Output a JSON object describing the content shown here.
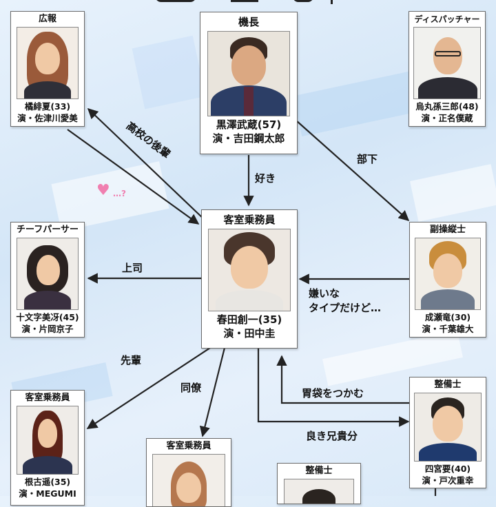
{
  "characters": [
    {
      "id": "kouhou",
      "role": "広報",
      "name": "橘緋夏(33)",
      "actor": "演・佐津川愛美"
    },
    {
      "id": "kichou",
      "role": "機長",
      "name": "黒澤武蔵(57)",
      "actor": "演・吉田鋼太郎"
    },
    {
      "id": "dispatcher",
      "role": "ディスパッチャー",
      "name": "烏丸孫三郎(48)",
      "actor": "演・正名僕蔵"
    },
    {
      "id": "chief_purser",
      "role": "チーフパーサー",
      "name": "十文字美冴(45)",
      "actor": "演・片岡京子"
    },
    {
      "id": "haruta",
      "role": "客室乗務員",
      "name": "春田創一(35)",
      "actor": "演・田中圭"
    },
    {
      "id": "copilot",
      "role": "副操縦士",
      "name": "成瀬竜(30)",
      "actor": "演・千葉雄大"
    },
    {
      "id": "negoshi",
      "role": "客室乗務員",
      "name": "根古遥(35)",
      "actor": "演・MEGUMI"
    },
    {
      "id": "cabin2",
      "role": "客室乗務員",
      "name": "",
      "actor": ""
    },
    {
      "id": "mechanic2",
      "role": "整備士",
      "name": "",
      "actor": ""
    },
    {
      "id": "shinomiya",
      "role": "整備士",
      "name": "四宮要(40)",
      "actor": "演・戸次重幸"
    }
  ],
  "relations": {
    "koukou_kouhai": "高校の後輩",
    "suki": "好き",
    "buka": "部下",
    "joushi": "上司",
    "kirai": "嫌いな",
    "kirai2": "タイプだけど…",
    "senpai": "先輩",
    "douryou": "同僚",
    "ibukuro": "胃袋をつかむ",
    "aniki": "良き兄貴分",
    "heart_q": "…?"
  },
  "colors": {
    "line": "#222222",
    "heart": "#f07fb0",
    "card_border": "#6a6a6a"
  }
}
